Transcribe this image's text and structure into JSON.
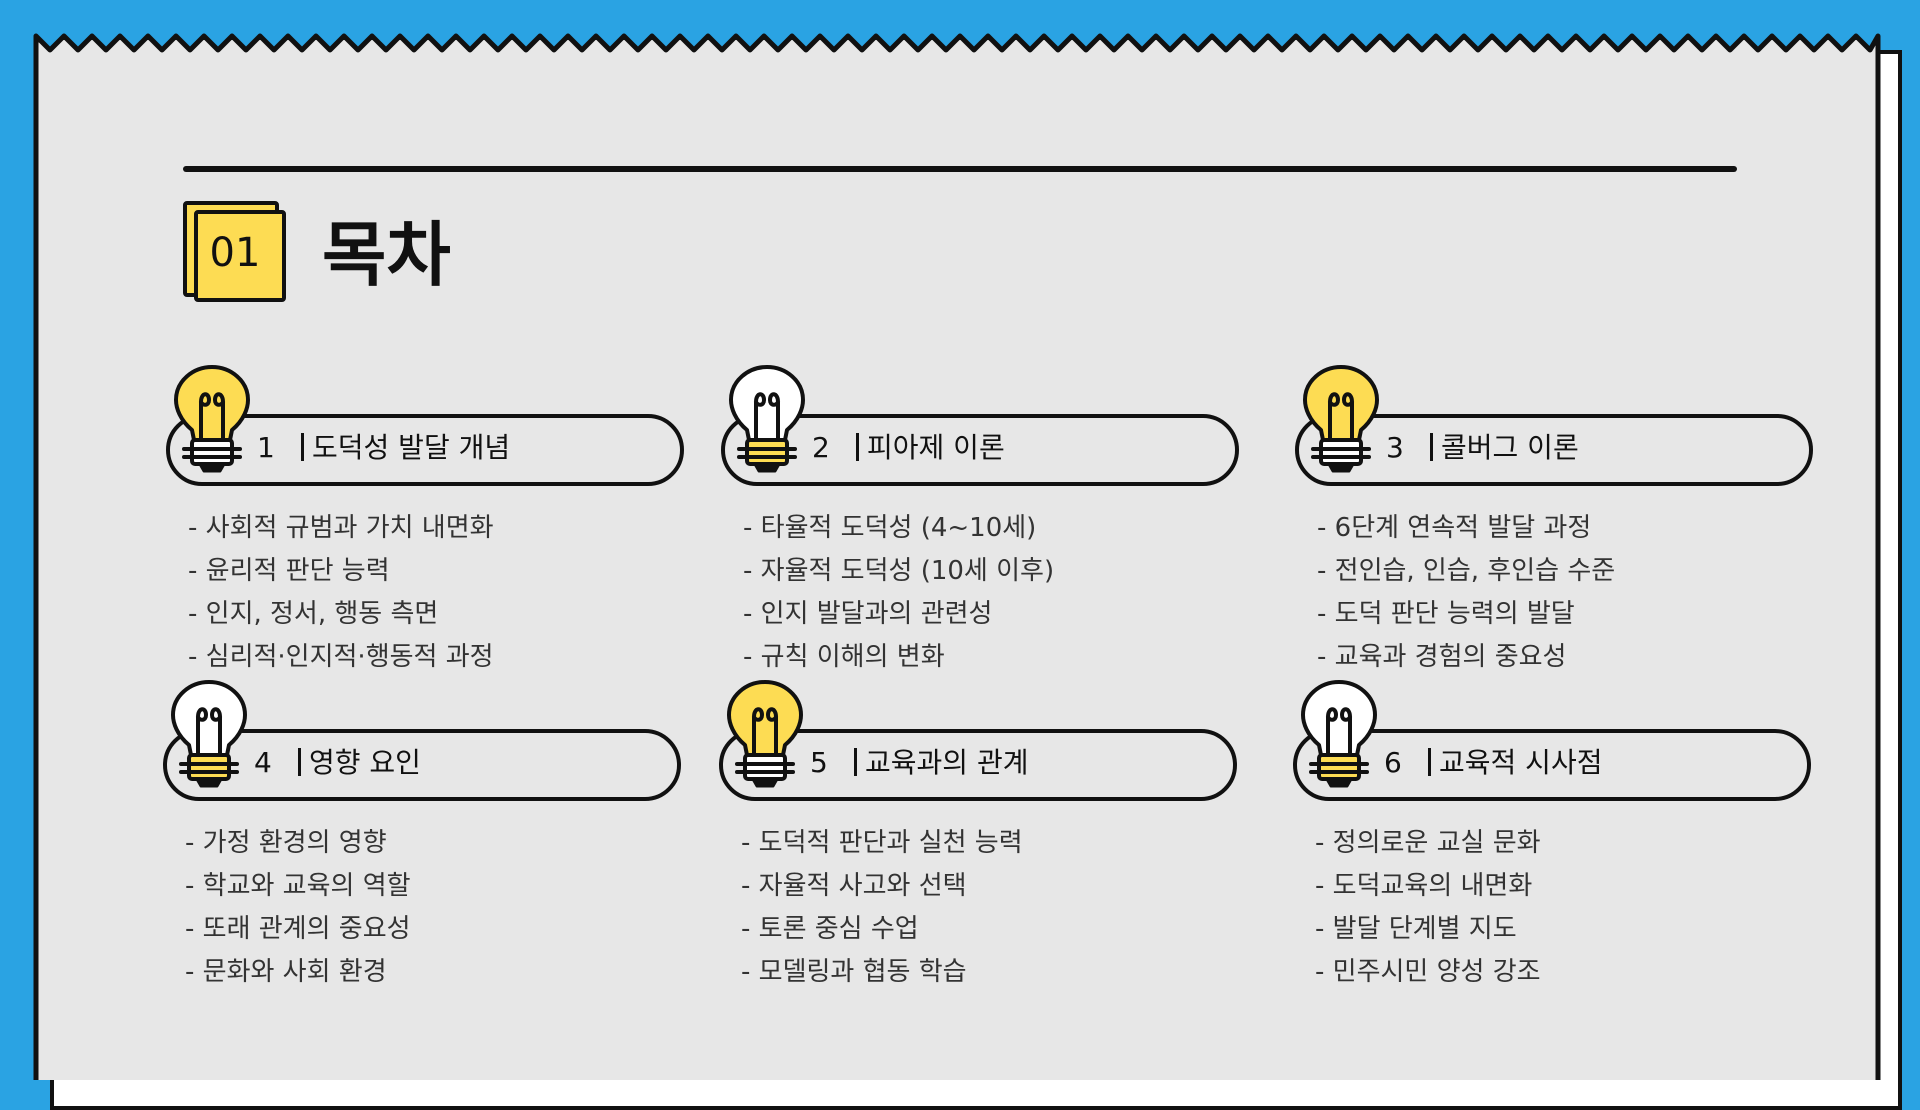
{
  "page": {
    "badge": "01",
    "title": "목차"
  },
  "colors": {
    "background": "#2aa3e3",
    "paper": "#e7e7e7",
    "accent_yellow": "#fddc53",
    "ink": "#111111"
  },
  "sections": [
    {
      "number": "1",
      "title": "도덕성 발달 개념",
      "icon": "lightbulb-icon",
      "bulb": "yellow",
      "items": [
        "- 사회적 규범과 가치 내면화",
        "- 윤리적 판단 능력",
        "- 인지, 정서, 행동 측면",
        "- 심리적·인지적·행동적 과정"
      ]
    },
    {
      "number": "2",
      "title": "피아제 이론",
      "icon": "lightbulb-icon",
      "bulb": "white",
      "items": [
        "- 타율적 도덕성 (4~10세)",
        "- 자율적 도덕성 (10세 이후)",
        "- 인지 발달과의 관련성",
        "- 규칙 이해의 변화"
      ]
    },
    {
      "number": "3",
      "title": "콜버그 이론",
      "icon": "lightbulb-icon",
      "bulb": "yellow",
      "items": [
        "- 6단계 연속적 발달 과정",
        "- 전인습, 인습, 후인습 수준",
        "- 도덕 판단 능력의 발달",
        "- 교육과 경험의 중요성"
      ]
    },
    {
      "number": "4",
      "title": "영향 요인",
      "icon": "lightbulb-icon",
      "bulb": "white",
      "items": [
        "- 가정 환경의 영향",
        "- 학교와 교육의 역할",
        "- 또래 관계의 중요성",
        "- 문화와 사회 환경"
      ]
    },
    {
      "number": "5",
      "title": "교육과의 관계",
      "icon": "lightbulb-icon",
      "bulb": "yellow",
      "items": [
        "- 도덕적 판단과 실천 능력",
        "- 자율적 사고와 선택",
        "- 토론 중심 수업",
        "- 모델링과 협동 학습"
      ]
    },
    {
      "number": "6",
      "title": "교육적 시사점",
      "icon": "lightbulb-icon",
      "bulb": "white",
      "items": [
        "- 정의로운 교실 문화",
        "- 도덕교육의 내면화",
        "- 발달 단계별 지도",
        "- 민주시민 양성 강조"
      ]
    }
  ]
}
